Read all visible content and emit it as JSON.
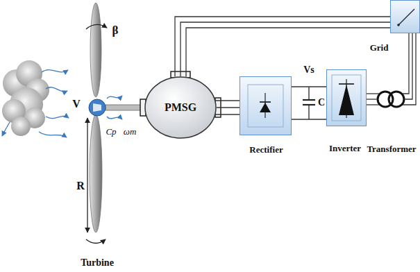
{
  "diagram": {
    "nodes": [
      {
        "text": [
          "PMSG"
        ]
      },
      {
        "text": [
          "Rectifier"
        ]
      },
      {
        "text": [
          "Inverter"
        ]
      },
      {
        "text": [
          "Transformer"
        ]
      },
      {
        "text": [
          "Grid"
        ]
      }
    ],
    "edges": [
      {
        "from": 0,
        "to": 1,
        "arrow": "none"
      },
      {
        "from": 1,
        "to": 2,
        "arrow": "none"
      },
      {
        "from": 2,
        "to": 3,
        "arrow": "none"
      },
      {
        "from": 3,
        "to": 4,
        "arrow": "none"
      },
      {
        "from": 0,
        "to": 4,
        "arrow": "none"
      }
    ],
    "labels": [
      "β",
      "V",
      "R",
      "Cp",
      "ωm",
      "Turbine",
      "Vs",
      "C"
    ]
  }
}
